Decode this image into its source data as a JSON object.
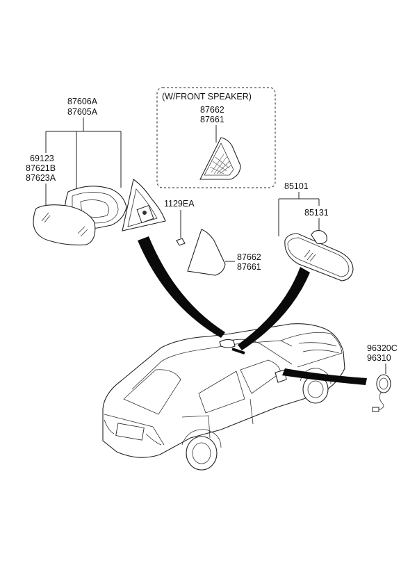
{
  "diagram": {
    "labels": {
      "mirror_upper": "87606A",
      "mirror_lower": "87605A",
      "glass_a": "69123",
      "glass_b": "87621B",
      "glass_c": "87623A",
      "speaker_box_title": "(W/FRONT SPEAKER)",
      "speaker_upper": "87662",
      "speaker_lower": "87661",
      "screw": "1129EA",
      "cover_upper": "87662",
      "cover_lower": "87661",
      "inside_mirror_assy": "85101",
      "inside_mirror_part": "85131",
      "sensor_upper": "96320C",
      "sensor_lower": "96310"
    }
  }
}
